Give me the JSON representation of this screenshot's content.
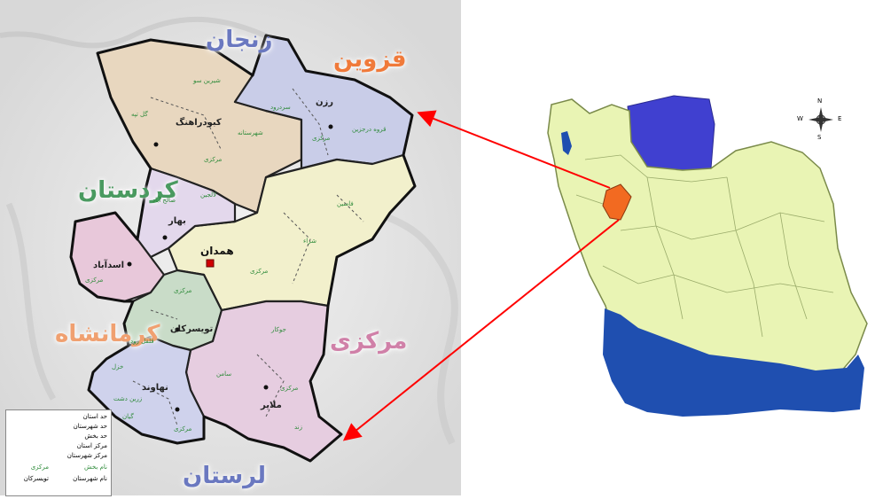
{
  "neighbors": {
    "zanjan": "زنجان",
    "qazvin": "قزوین",
    "kurdistan": "کردستان",
    "kermanshah": "کرمانشاه",
    "markazi": "مرکزی",
    "lorestan": "لرستان"
  },
  "capital": "همدان",
  "cities": {
    "razan": "رزن",
    "kabudarahang": "کبودراهنگ",
    "bahar": "بهار",
    "asadabad": "اسدآباد",
    "tuyserkan": "تویسرکان",
    "nahavand": "نهاوند",
    "malayer": "ملایر"
  },
  "districts": {
    "shirinsu": "شیرین سو",
    "gol_tappeh": "گل تپه",
    "sardrud": "سردرود",
    "qorveh_darjazin": "قروه درجزین",
    "razan_markazi": "مرکزی",
    "kabud_markazi": "مرکزی",
    "shahrestaneh": "شهرستانه",
    "salehabad": "صالح آباد",
    "lalejin": "لالجین",
    "famenin": "فامنین",
    "shara": "شراء",
    "hamadan_markazi": "مرکزی",
    "asad_markazi": "مرکزی",
    "tuy_markazi": "مرکزی",
    "qolqolrud": "قلقل رود",
    "jowkar": "جوکار",
    "samen": "سامن",
    "malayer_markazi": "مرکزی",
    "zand": "زند",
    "khezel": "خزل",
    "zarrin_dasht": "زرین دشت",
    "giyan": "گیان",
    "nahavand_markazi": "مرکزی"
  },
  "legend": {
    "items": [
      "حد استان",
      "حد شهرستان",
      "حد بخش",
      "مرکز استان",
      "مرکز شهرستان",
      "مرکزی",
      "تویسرکان"
    ],
    "name_bakhsh": "نام بخش",
    "name_shahrestan": "نام شهرستان"
  },
  "compass": {
    "n": "N",
    "s": "S",
    "e": "E",
    "w": "W"
  },
  "colors": {
    "hamadan_province": "#f26a21",
    "sea": "#1f4fb0",
    "caspian": "#4040d0",
    "land": "#e9f4b4",
    "arrow": "#ff0000"
  }
}
